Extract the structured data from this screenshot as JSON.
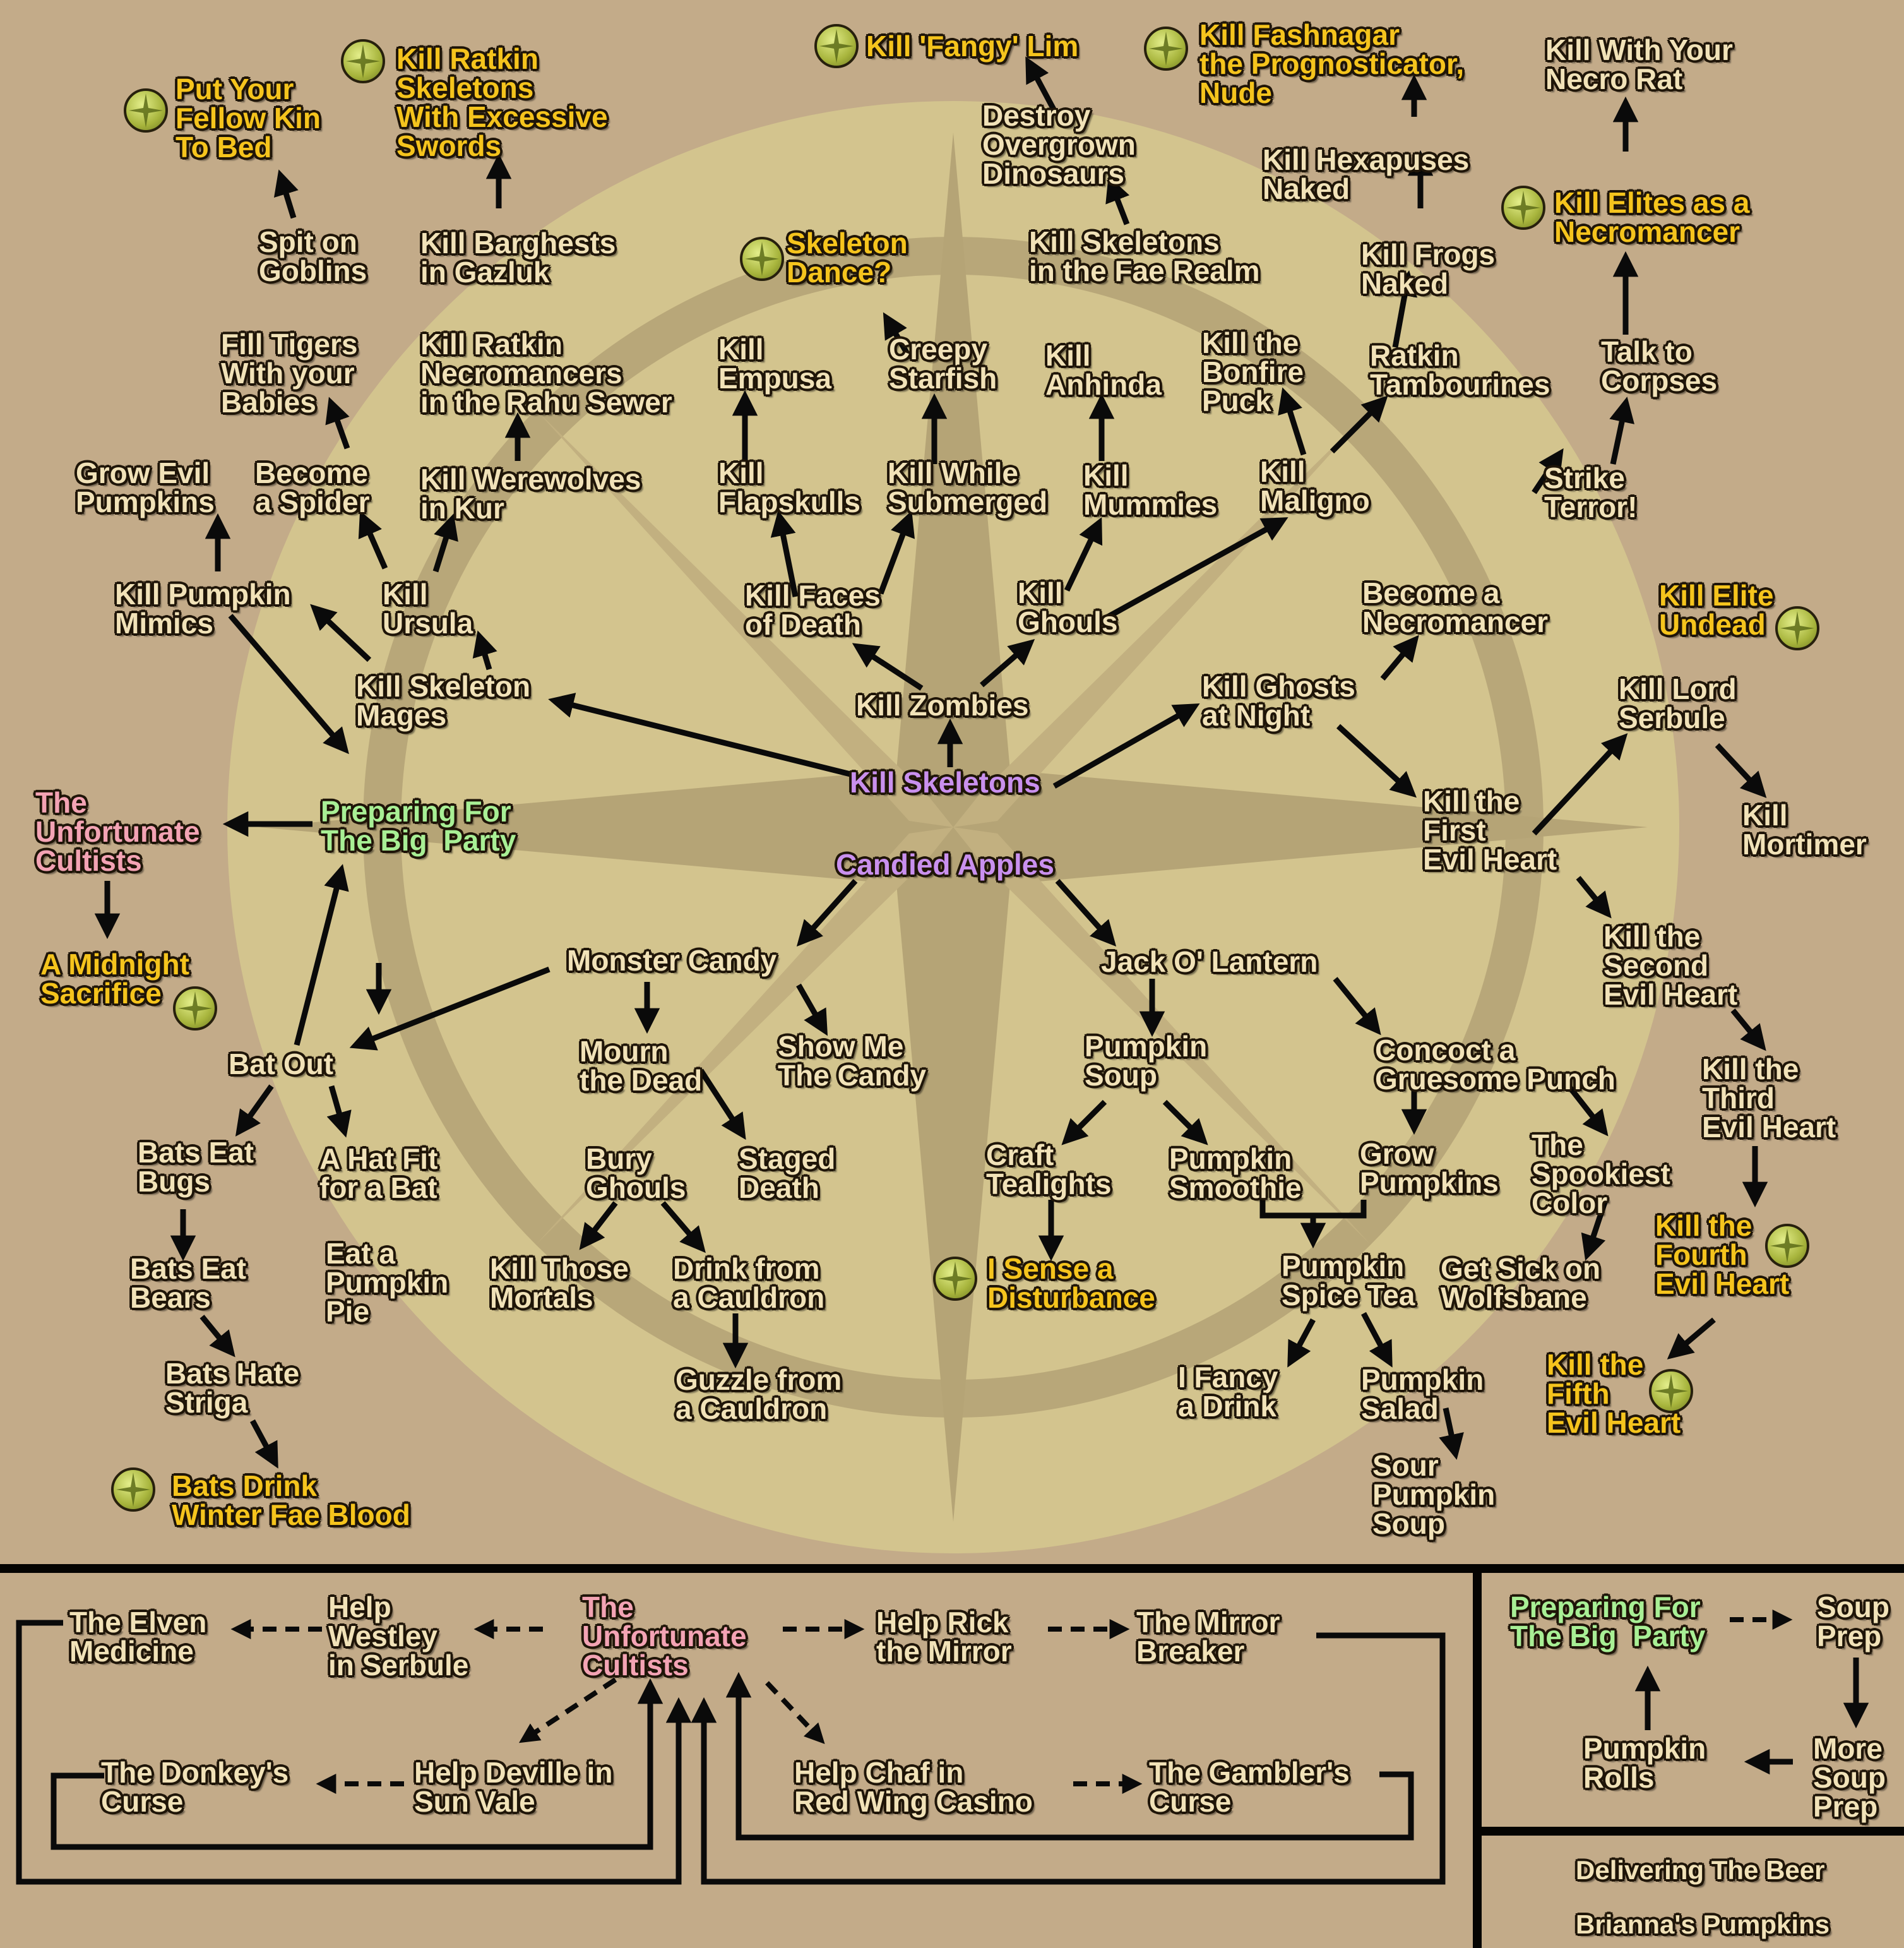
{
  "colors": {
    "background": "#c3ab89",
    "compass": "#d3c48e",
    "frame": "#050402",
    "edge": "#0a0a0a",
    "reward_text": "#f5c41d",
    "root_text": "#c990ee",
    "green_text": "#a8ef95",
    "pink_text": "#f3a3b4",
    "normal_text": "#f1e2b8"
  },
  "icons": {
    "reward": "compass-coin-icon"
  },
  "nodes": {
    "put_kin_to_bed": "Put Your\nFellow Kin\nTo Bed",
    "kill_ratkin_skeletons": "Kill Ratkin\nSkeletons\nWith Excessive\nSwords",
    "kill_fangy_lim": "Kill 'Fangy' Lim",
    "kill_fashnagar": "Kill Fashnagar\nthe Prognosticator,\nNude",
    "kill_with_necro_rat": "Kill With Your\nNecro Rat",
    "destroy_dinosaurs": "Destroy\nOvergrown\nDinosaurs",
    "kill_hexapuses": "Kill Hexapuses\nNaked",
    "spit_on_goblins": "Spit on\nGoblins",
    "kill_barghests": "Kill Barghests\nin Gazluk",
    "skeleton_dance": "Skeleton\nDance?",
    "kill_skeletons_fae": "Kill Skeletons\nin the Fae Realm",
    "kill_frogs": "Kill Frogs\nNaked",
    "kill_elites_necro": "Kill Elites as a\nNecromancer",
    "fill_tigers": "Fill Tigers\nWith your\nBabies",
    "kill_ratkin_necros": "Kill Ratkin\nNecromancers\nin the Rahu Sewer",
    "kill_empusa": "Kill\nEmpusa",
    "creepy_starfish": "Creepy\nStarfish",
    "kill_anhinda": "Kill\nAnhinda",
    "kill_bonfire_puck": "Kill the\nBonfire\nPuck",
    "ratkin_tambourines": "Ratkin\nTambourines",
    "talk_to_corpses": "Talk to\nCorpses",
    "grow_evil_pumpkins": "Grow Evil\nPumpkins",
    "become_spider": "Become\na Spider",
    "kill_werewolves": "Kill Werewolves\nin Kur",
    "kill_flapskulls": "Kill\nFlapskulls",
    "kill_submerged": "Kill While\nSubmerged",
    "kill_mummies": "Kill\nMummies",
    "kill_maligno": "Kill\nMaligno",
    "strike_terror": "Strike\nTerror!",
    "kill_pumpkin_mimics": "Kill Pumpkin\nMimics",
    "kill_ursula": "Kill\nUrsula",
    "kill_faces_of_death": "Kill Faces\nof Death",
    "kill_ghouls": "Kill\nGhouls",
    "become_necromancer": "Become a\nNecromancer",
    "kill_elite_undead": "Kill Elite\nUndead",
    "kill_skeleton_mages": "Kill Skeleton\nMages",
    "kill_zombies": "Kill Zombies",
    "kill_ghosts_night": "Kill Ghosts\nat Night",
    "kill_lord_serbule": "Kill Lord\nSerbule",
    "kill_skeletons": "Kill Skeletons",
    "unfortunate_cultists": "The\nUnfortunate\nCultists",
    "preparing_party": "Preparing For\nThe Big  Party",
    "kill_first_heart": "Kill the\nFirst\nEvil Heart",
    "kill_mortimer": "Kill\nMortimer",
    "candied_apples": "Candied Apples",
    "midnight_sacrifice": "A Midnight\nSacrifice",
    "monster_candy": "Monster Candy",
    "jack_o_lantern": "Jack O' Lantern",
    "kill_second_heart": "Kill the\nSecond\nEvil Heart",
    "bat_out": "Bat Out",
    "mourn_dead": "Mourn\nthe Dead",
    "show_me_candy": "Show Me\nThe Candy",
    "pumpkin_soup": "Pumpkin\nSoup",
    "concoct_punch": "Concoct a\nGruesome Punch",
    "kill_third_heart": "Kill the\nThird\nEvil Heart",
    "bats_eat_bugs": "Bats Eat\nBugs",
    "hat_fit_bat": "A Hat Fit\nfor a Bat",
    "bury_ghouls": "Bury\nGhouls",
    "staged_death": "Staged\nDeath",
    "craft_tealights": "Craft\nTealights",
    "pumpkin_smoothie": "Pumpkin\nSmoothie",
    "grow_pumpkins": "Grow\nPumpkins",
    "spookiest_color": "The\nSpookiest\nColor",
    "kill_fourth_heart": "Kill the\nFourth\nEvil Heart",
    "bats_eat_bears": "Bats Eat\nBears",
    "eat_pumpkin_pie": "Eat a\nPumpkin\nPie",
    "kill_those_mortals": "Kill Those\nMortals",
    "drink_cauldron": "Drink from\na Cauldron",
    "sense_disturbance": "I Sense a\nDisturbance",
    "pumpkin_spice_tea": "Pumpkin\nSpice Tea",
    "sick_wolfsbane": "Get Sick on\nWolfsbane",
    "bats_hate_striga": "Bats Hate\nStriga",
    "guzzle_cauldron": "Guzzle from\na Cauldron",
    "fancy_drink": "I Fancy\na Drink",
    "pumpkin_salad": "Pumpkin\nSalad",
    "kill_fifth_heart": "Kill the\nFifth\nEvil Heart",
    "sour_pumpkin_soup": "Sour\nPumpkin\nSoup",
    "bats_drink_blood": "Bats Drink\nWinter Fae Blood"
  },
  "chains": {
    "elven_medicine": "The Elven\nMedicine",
    "help_westley": "Help\nWestley\nin Serbule",
    "unfortunate_cultists": "The\nUnfortunate\nCultists",
    "help_rick": "Help Rick\nthe Mirror",
    "mirror_breaker": "The Mirror\nBreaker",
    "donkeys_curse": "The Donkey's\nCurse",
    "help_deville": "Help Deville in\nSun Vale",
    "help_chaf": "Help Chaf in\nRed Wing Casino",
    "gamblers_curse": "The Gambler's\nCurse",
    "preparing_party": "Preparing For\nThe Big  Party",
    "soup_prep": "Soup\nPrep",
    "more_soup_prep": "More\nSoup\nPrep",
    "pumpkin_rolls": "Pumpkin\nRolls",
    "delivering_beer": "Delivering The Beer",
    "briannas_pumpkins": "Brianna's Pumpkins"
  }
}
